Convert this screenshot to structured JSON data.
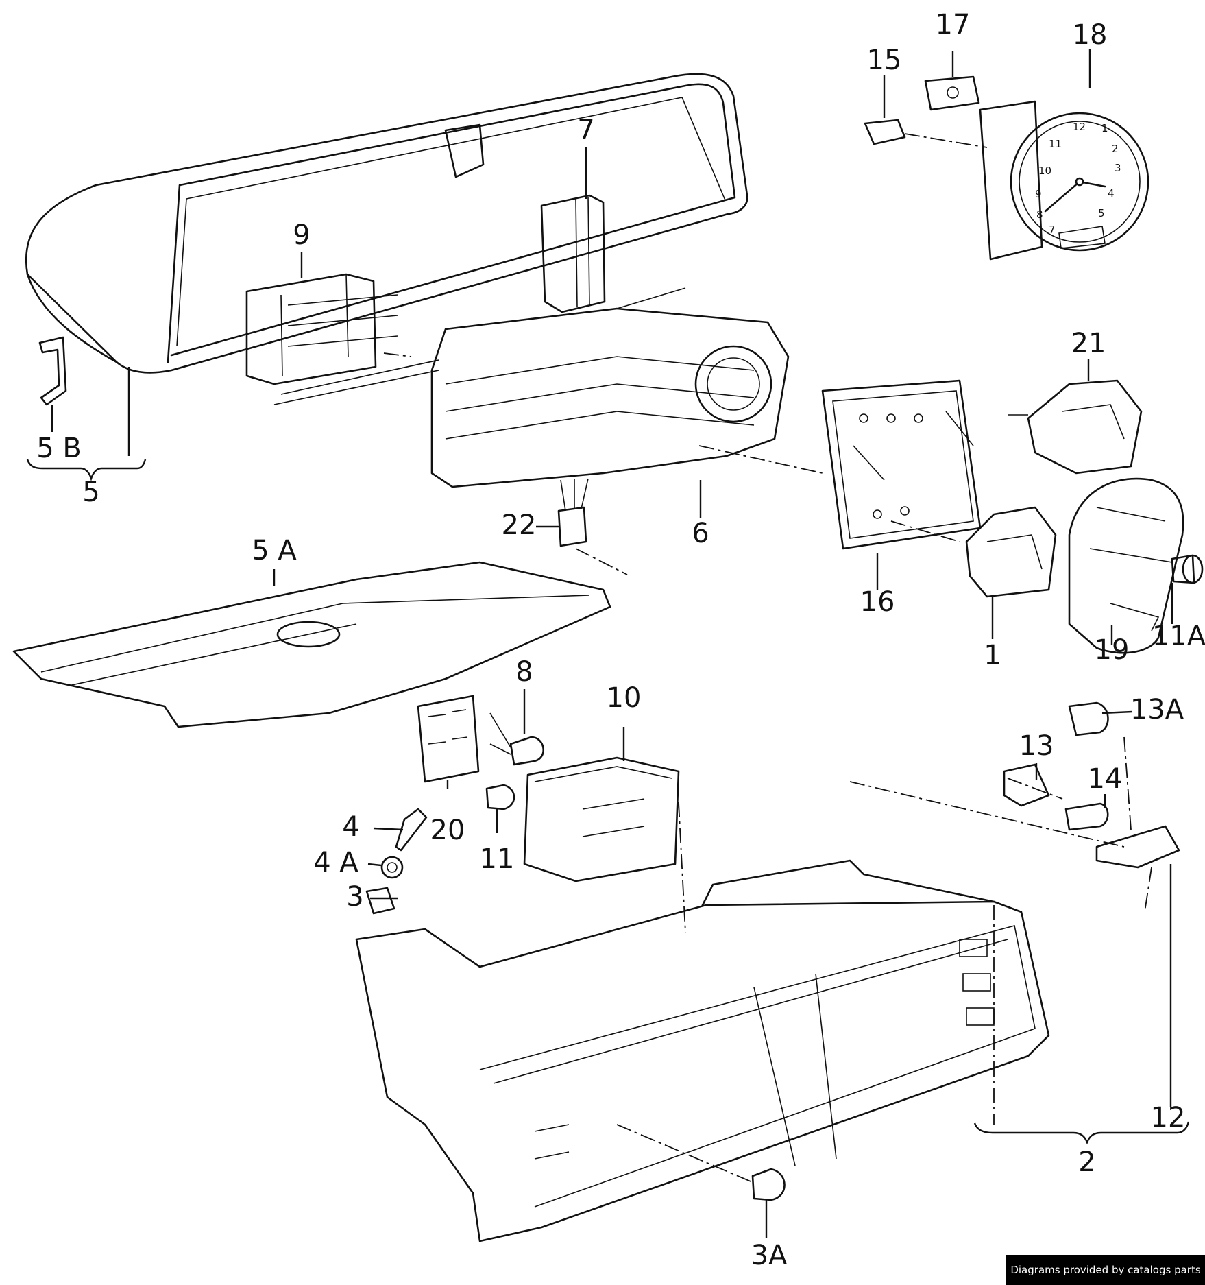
{
  "diagram": {
    "callouts": [
      {
        "id": "c1",
        "text": "1"
      },
      {
        "id": "c2",
        "text": "2"
      },
      {
        "id": "c3",
        "text": "3"
      },
      {
        "id": "c3a",
        "text": "3A"
      },
      {
        "id": "c4",
        "text": "4"
      },
      {
        "id": "c4a",
        "text": "4 A"
      },
      {
        "id": "c5",
        "text": "5"
      },
      {
        "id": "c5a",
        "text": "5 A"
      },
      {
        "id": "c5b",
        "text": "5 B"
      },
      {
        "id": "c6",
        "text": "6"
      },
      {
        "id": "c7",
        "text": "7"
      },
      {
        "id": "c8",
        "text": "8"
      },
      {
        "id": "c9",
        "text": "9"
      },
      {
        "id": "c10",
        "text": "10"
      },
      {
        "id": "c11",
        "text": "11"
      },
      {
        "id": "c11a",
        "text": "11A"
      },
      {
        "id": "c12",
        "text": "12"
      },
      {
        "id": "c13",
        "text": "13"
      },
      {
        "id": "c13a",
        "text": "13A"
      },
      {
        "id": "c14",
        "text": "14"
      },
      {
        "id": "c15",
        "text": "15"
      },
      {
        "id": "c16",
        "text": "16"
      },
      {
        "id": "c17",
        "text": "17"
      },
      {
        "id": "c18",
        "text": "18"
      },
      {
        "id": "c19",
        "text": "19"
      },
      {
        "id": "c20",
        "text": "20"
      },
      {
        "id": "c21",
        "text": "21"
      },
      {
        "id": "c22",
        "text": "22"
      }
    ],
    "clock_numerals": [
      "12",
      "1",
      "2",
      "3",
      "4",
      "5",
      "7",
      "8",
      "9",
      "10",
      "11"
    ]
  },
  "footer": {
    "credit": "Diagrams provided by catalogs parts"
  }
}
